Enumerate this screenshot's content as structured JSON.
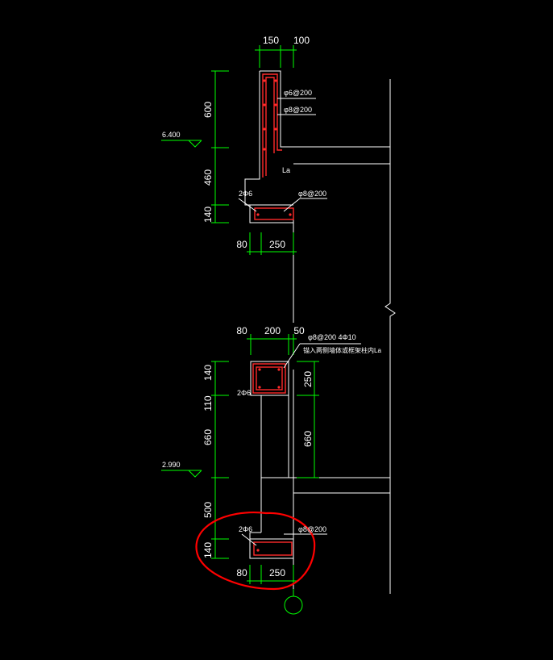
{
  "colors": {
    "background": "#000000",
    "structure": "#ffffff",
    "dimension": "#00ff00",
    "rebar": "#ff2a2a",
    "annotation": "#ffffff",
    "highlight": "#ff0000"
  },
  "top_detail": {
    "dims_top": [
      "150",
      "100"
    ],
    "dims_left": [
      "600",
      "460",
      "140"
    ],
    "dims_bottom": [
      "80",
      "250"
    ],
    "level": "6.400",
    "rebar_notes": [
      "φ6@200",
      "φ8@200",
      "φ8@200"
    ],
    "bar_label": "2Φ6",
    "anchor_label": "La"
  },
  "bottom_detail": {
    "dims_top": [
      "80",
      "200",
      "50"
    ],
    "dims_left": [
      "140",
      "110",
      "660",
      "500",
      "140"
    ],
    "dims_right": [
      "250",
      "660"
    ],
    "dims_bottom": [
      "80",
      "250"
    ],
    "level": "2.990",
    "rebar_note": "φ8@200 4Φ10",
    "rebar_note2": "锚入两侧墙体或框架柱内La",
    "bar_label_top": "2Φ6",
    "bar_label_bottom": "2Φ6",
    "rebar_note_bottom": "φ8@200"
  }
}
